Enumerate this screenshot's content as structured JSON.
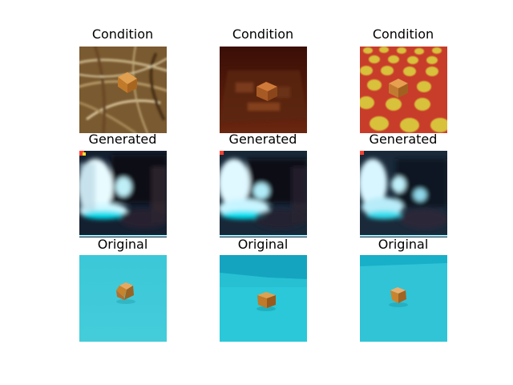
{
  "grid": {
    "rows": [
      {
        "title": "Condition",
        "kind": "condition"
      },
      {
        "title": "Generated",
        "kind": "generated"
      },
      {
        "title": "Original",
        "kind": "original"
      }
    ],
    "columns": 3
  },
  "labels": {
    "r0c0": "Condition",
    "r0c1": "Condition",
    "r0c2": "Condition",
    "r1c0": "Generated",
    "r1c1": "Generated",
    "r1c2": "Generated",
    "r2c0": "Original",
    "r2c1": "Original",
    "r2c2": "Original"
  },
  "colors": {
    "original_bg": "#2cc5d6",
    "cube": "#c8832e",
    "generated_dark": "#0b1420",
    "generated_light": "#dffcff",
    "straw": "#8a6a3a",
    "brown_floor": "#5a1e0c",
    "red_floor": "#c83c2a",
    "yellow_dot": "#d8c13a"
  }
}
